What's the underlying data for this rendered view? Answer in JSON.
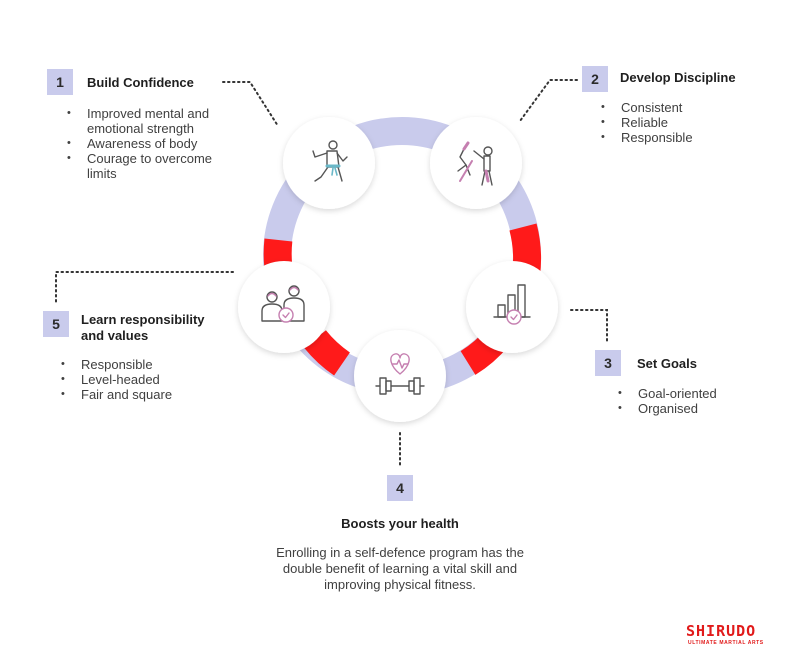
{
  "items": [
    {
      "number": "1",
      "title": "Build Confidence",
      "bullets": [
        "Improved mental and emotional strength",
        "Awareness of body",
        "Courage to overcome limits"
      ]
    },
    {
      "number": "2",
      "title": "Develop Discipline",
      "bullets": [
        "Consistent",
        "Reliable",
        "Responsible"
      ]
    },
    {
      "number": "3",
      "title": "Set Goals",
      "bullets": [
        "Goal-oriented",
        "Organised"
      ]
    },
    {
      "number": "4",
      "title": "Boosts your health",
      "description": "Enrolling in a self-defence program has the double benefit of learning a vital skill and improving physical fitness."
    },
    {
      "number": "5",
      "title": "Learn responsibility and values",
      "bullets": [
        "Responsible",
        "Level-headed",
        "Fair and square"
      ]
    }
  ],
  "icons": [
    "karate-stance-icon",
    "martial-arts-kick-icon",
    "goal-chart-icon",
    "health-dumbbell-icon",
    "team-values-icon"
  ],
  "colors": {
    "ring_lavender": "#c9cbec",
    "ring_red": "#ff1a1a",
    "number_box": "#c9cbec",
    "icon_stroke": "#555555",
    "icon_accent": "#c57fb0",
    "logo": "#e11a1a"
  },
  "logo": {
    "name": "SHIRUDO",
    "tagline": "ULTIMATE MARTIAL ARTS"
  }
}
